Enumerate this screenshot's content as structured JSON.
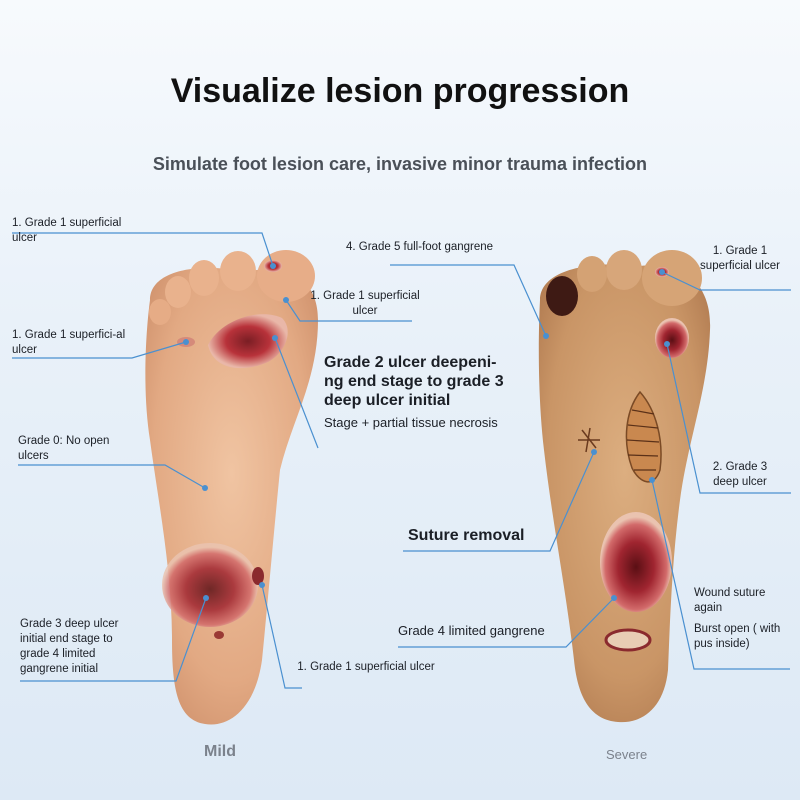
{
  "title": "Visualize lesion progression",
  "subtitle": "Simulate foot lesion care, invasive minor trauma infection",
  "left_foot": {
    "caption": "Mild",
    "labels": {
      "toe_ulcer": "1. Grade 1 superficial ulcer",
      "toe_ulcer_right": "1. Grade 1 superficial ulcer",
      "ball_ulcer": "1. Grade 1 superfici-al ulcer",
      "grade2": "Grade 2 ulcer deepeni-ng end stage to grade 3 deep ulcer initial",
      "grade2_sub": "Stage + partial tissue necrosis",
      "grade0": "Grade 0: No open ulcers",
      "heel_grade3": "Grade 3 deep ulcer initial end stage to grade 4 limited gangrene initial",
      "heel_grade1": "1. Grade 1 superficial ulcer"
    }
  },
  "right_foot": {
    "caption": "Severe",
    "labels": {
      "gangrene": "4. Grade 5 full-foot gangrene",
      "toe_ulcer": "1. Grade 1 superficial ulcer",
      "grade3": "2. Grade 3 deep ulcer",
      "suture_removal": "Suture removal",
      "limited_gangrene": "Grade 4 limited gangrene",
      "wound_suture": "Wound suture again",
      "burst_open": "Burst open ( with pus inside)"
    }
  },
  "colors": {
    "leader": "#4a90d0",
    "skin": "#e8b48f",
    "skin_severe": "#d2a070",
    "wound": "#b8323a"
  }
}
